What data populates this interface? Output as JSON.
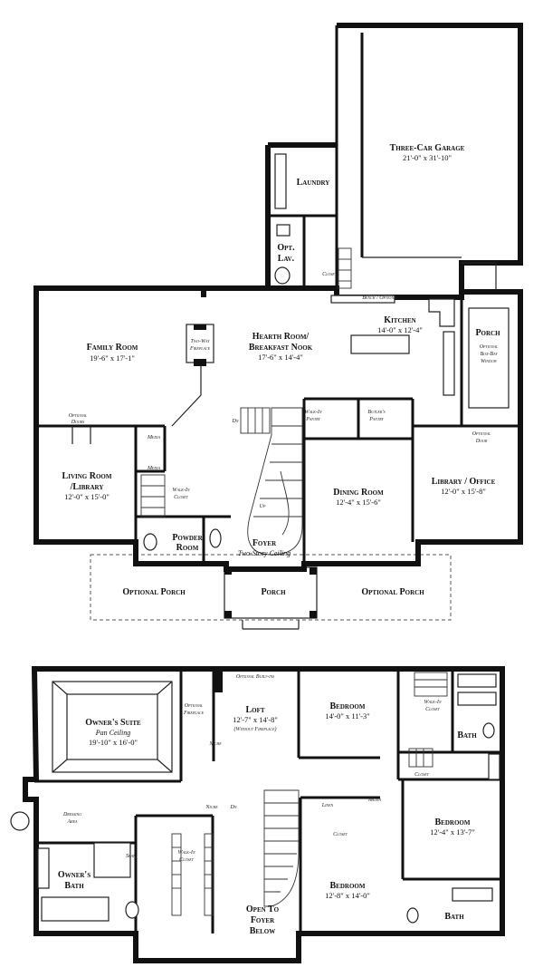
{
  "first_floor": {
    "garage": {
      "name": "Three-Car Garage",
      "dim": "21'-0\" x 31'-10\""
    },
    "laundry": {
      "name": "Laundry"
    },
    "opt_lav": {
      "name_line1": "Opt.",
      "name_line2": "Lav."
    },
    "closet_garage": "Closet",
    "bench_optional": "Bench / Optional",
    "kitchen": {
      "name": "Kitchen",
      "dim": "14'-0\" x 12'-4\""
    },
    "porch_side": {
      "name": "Porch",
      "note_line1": "Optional",
      "note_line2": "Box-Bay",
      "note_line3": "Window"
    },
    "family_room": {
      "name": "Family Room",
      "dim": "19'-6\" x 17'-1\""
    },
    "two_way_fireplace_line1": "Two-Way",
    "two_way_fireplace_line2": "Fireplace",
    "hearth_room": {
      "name_line1": "Hearth Room/",
      "name_line2": "Breakfast Nook",
      "dim": "17'-6\" x 14'-4\""
    },
    "optional_doors_line1": "Optional",
    "optional_doors_line2": "Doors",
    "walk_in_pantry_line1": "Walk-In",
    "walk_in_pantry_line2": "Pantry",
    "butlers_pantry_line1": "Butler's",
    "butlers_pantry_line2": "Pantry",
    "optional_door_line1": "Optional",
    "optional_door_line2": "Door",
    "media_upper": "Media",
    "media_lower": "Media",
    "walk_in_closet_line1": "Walk-In",
    "walk_in_closet_line2": "Closet",
    "dn_label": "Dn",
    "up_label": "Up",
    "living_room": {
      "name_line1": "Living Room",
      "name_line2": "/Library",
      "dim": "12'-0\" x 15'-0\""
    },
    "dining_room": {
      "name": "Dining Room",
      "dim": "12'-4\" x 15'-6\""
    },
    "library_office": {
      "name": "Library / Office",
      "dim": "12'-0\" x 15'-8\""
    },
    "powder_room": {
      "name_line1": "Powder",
      "name_line2": "Room"
    },
    "foyer": {
      "name": "Foyer",
      "note": "Two-Story Ceiling"
    },
    "optional_porch_left": "Optional Porch",
    "porch_front": "Porch",
    "optional_porch_right": "Optional Porch"
  },
  "second_floor": {
    "owners_suite": {
      "name": "Owner's Suite",
      "note": "Pan Ceiling",
      "dim": "19'-10\" x 16'-0\""
    },
    "optional_fireplace_line1": "Optional",
    "optional_fireplace_line2": "Fireplace",
    "niche_upper": "Niche",
    "optional_built_ins": "Optional Built-ins",
    "loft": {
      "name": "Loft",
      "dim": "12'-7\" x 14'-8\"",
      "note": "(Without Fireplace)"
    },
    "bedroom_top": {
      "name": "Bedroom",
      "dim": "14'-0\" x 11'-3\""
    },
    "walk_in_closet_top_line1": "Walk-In",
    "walk_in_closet_top_line2": "Closet",
    "bath_top": "Bath",
    "closet_right": "Closet",
    "bedroom_right": {
      "name": "Bedroom",
      "dim": "12'-4\" x 13'-7\""
    },
    "dressing_area_line1": "Dressing",
    "dressing_area_line2": "Area",
    "niche_lower": "Niche",
    "dn_label": "Dn",
    "linen": "Linen",
    "closet_mid": "Closet",
    "media": "Media",
    "owners_bath": {
      "name_line1": "Owner's",
      "name_line2": "Bath"
    },
    "seat": "Seat",
    "walk_in_closet_owner_line1": "Walk-In",
    "walk_in_closet_owner_line2": "Closet",
    "open_to_foyer": {
      "line1": "Open To",
      "line2": "Foyer",
      "line3": "Below"
    },
    "bedroom_bottom": {
      "name": "Bedroom",
      "dim": "12'-8\" x 14'-0\""
    },
    "bath_bottom": "Bath"
  }
}
